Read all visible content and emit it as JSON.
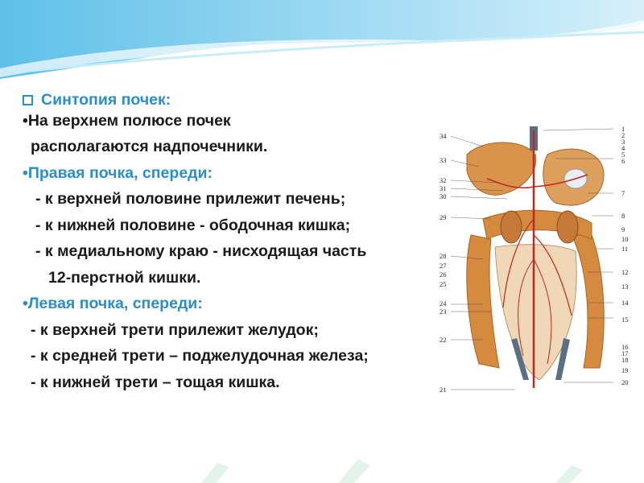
{
  "slide": {
    "heading": "Синтопия  почек:",
    "lines": [
      {
        "bullet": "•",
        "text": "На верхнем полюсе почек",
        "color": "black"
      },
      {
        "bullet": "",
        "text": "располагаются надпочечники.",
        "color": "black"
      },
      {
        "bullet": "•",
        "text": "Правая почка, спереди:",
        "color": "blue"
      },
      {
        "bullet": "",
        "text": "- к верхней половине прилежит печень;",
        "color": "black"
      },
      {
        "bullet": "",
        "text": "- к нижней половине - ободочная кишка;",
        "color": "black"
      },
      {
        "bullet": "",
        "text": "- к медиальному краю - нисходящая часть",
        "color": "black"
      },
      {
        "bullet": "",
        "text": "12-перстной кишки.",
        "color": "black"
      },
      {
        "bullet": "•",
        "text": "Левая почка, спереди:",
        "color": "blue"
      },
      {
        "bullet": "",
        "text": "- к верхней трети прилежит желудок;",
        "color": "black"
      },
      {
        "bullet": "",
        "text": "- к средней трети – поджелудочная железа;",
        "color": "black"
      },
      {
        "bullet": "",
        "text": "- к нижней трети – тощая кишка.",
        "color": "black"
      }
    ]
  },
  "figure": {
    "labels_left": [
      "34",
      "33",
      "32",
      "31",
      "30",
      "29",
      "28",
      "27",
      "26",
      "25",
      "24",
      "23",
      "22",
      "21"
    ],
    "labels_right": [
      "1",
      "2",
      "3",
      "4",
      "5",
      "6",
      "7",
      "8",
      "9",
      "10",
      "11",
      "12",
      "13",
      "14",
      "15",
      "16",
      "17",
      "18",
      "19",
      "20"
    ]
  },
  "colors": {
    "accent_blue": "#2a8fc7",
    "text_dark": "#1a1a1a",
    "organ": "#d9934a",
    "vessel": "#c0281c"
  }
}
